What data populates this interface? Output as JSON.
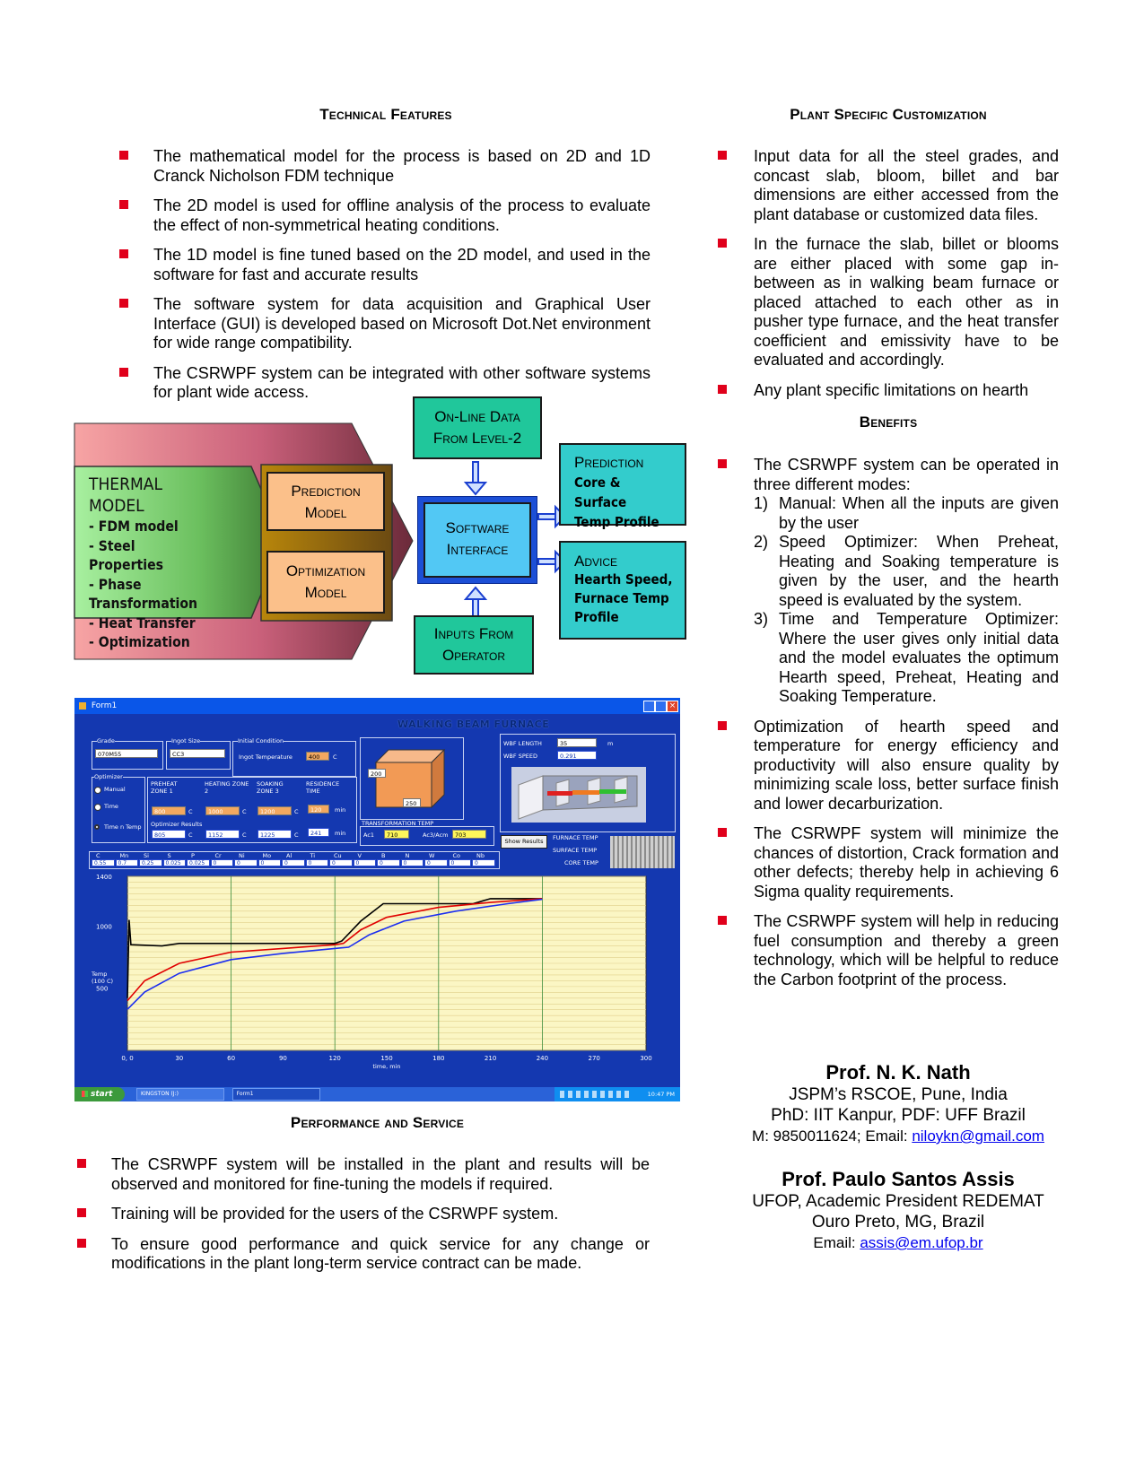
{
  "technical": {
    "heading": "Technical Features",
    "items": [
      "The mathematical model for the process is based on 2D and 1D Cranck Nicholson FDM technique",
      "The 2D model is used for offline analysis of the process to evaluate the effect of non-symmetrical heating conditions.",
      "The 1D model is fine tuned based on the 2D model, and used in the software for fast and accurate results",
      "The software system for data acquisition and Graphical User Interface (GUI) is developed based on Microsoft Dot.Net environment for wide range compatibility.",
      "The CSRWPF system can be integrated with other software systems for plant wide access."
    ]
  },
  "customization": {
    "heading": "Plant Specific Customization",
    "items": [
      "Input data for all the steel grades, and concast slab, bloom, billet and bar dimensions are either accessed from the plant database or customized data files.",
      "In the furnace the slab, billet or blooms are either placed with some gap in-between as in walking beam furnace or placed attached to each other as in pusher type furnace, and the heat transfer coefficient and emissivity have to be evaluated and accordingly.",
      "Any plant specific limitations on hearth"
    ]
  },
  "benefits": {
    "heading": "Benefits",
    "intro": "The CSRWPF system can be operated in three different modes:",
    "modes": [
      {
        "num": "1)",
        "text": "Manual: When all the inputs are given by the user"
      },
      {
        "num": "2)",
        "text": "Speed Optimizer: When Preheat, Heating and Soaking temperature is given by the user, and the hearth speed is evaluated by the system."
      },
      {
        "num": "3)",
        "text": "Time and Temperature Optimizer: Where the user gives only initial data and the model evaluates the optimum Hearth speed, Preheat, Heating and Soaking Temperature."
      }
    ],
    "items": [
      "Optimization of hearth speed and temperature for energy efficiency and productivity will also ensure quality by minimizing scale loss, better surface finish and lower decarburization.",
      "The CSRWPF system will minimize the chances of distortion, Crack formation and other defects; thereby help in achieving 6 Sigma quality requirements.",
      "The CSRWPF system will help in reducing fuel consumption and thereby a green technology, which will be helpful to reduce the Carbon footprint of the process."
    ]
  },
  "diagram": {
    "thermal_title": "THERMAL MODEL",
    "thermal_items": [
      "- FDM model",
      "- Steel Properties",
      "- Phase Transformation",
      "- Heat Transfer",
      "- Optimization"
    ],
    "prediction_model": [
      "Prediction",
      "Model"
    ],
    "optimization_model": [
      "Optimization",
      "Model"
    ],
    "online_data": [
      "On-Line Data",
      "From Level-2"
    ],
    "software_interface": [
      "Software",
      "Interface"
    ],
    "inputs_operator": [
      "Inputs From",
      "Operator"
    ],
    "prediction_out": [
      "Prediction",
      "Core & Surface",
      "Temp Profile"
    ],
    "advice_out": [
      "Advice",
      "Hearth Speed,",
      "Furnace Temp",
      "Profile"
    ]
  },
  "screenshot": {
    "window_title": "Form1",
    "app_title": "WALKING BEAM FURNACE",
    "grade_label": "Grade",
    "grade_value": "070M55",
    "ingot_size_label": "Ingot Size",
    "ingot_size_value": "CC3",
    "initial_condition_label": "Initial Condition",
    "ingot_temp_label": "Ingot Temperature",
    "ingot_temp_value": "400",
    "ingot_temp_unit": "C",
    "optimizer_label": "Optimizer",
    "opt_manual": "Manual",
    "opt_time": "Time",
    "opt_time_temp": "Time n Temp",
    "preheat_label": "PREHEAT ZONE 1",
    "heating_label": "HEATING ZONE 2",
    "soaking_label": "SOAKING ZONE 3",
    "residence_label": "RESIDENCE TIME",
    "preheat_in": "800",
    "heating_in": "1000",
    "soaking_in": "1200",
    "residence_in": "120",
    "optimizer_results_label": "Optimizer Results",
    "preheat_out": "805",
    "heating_out": "1152",
    "soaking_out": "1225",
    "residence_out": "241",
    "unit_c": "C",
    "unit_min": "min",
    "dim_a": "200",
    "dim_b": "250",
    "transformation_label": "TRANSFORMATION TEMP",
    "ac1_label": "Ac1",
    "ac1_value": "710",
    "ac3_label": "Ac3/Acm",
    "ac3_value": "703",
    "wbf_length_label": "WBF LENGTH",
    "wbf_length_value": "35",
    "wbf_length_unit": "m",
    "wbf_speed_label": "WBF SPEED",
    "wbf_speed_value": "0.291",
    "show_results": "Show Results",
    "furnace_temp_label": "FURNACE TEMP",
    "surface_temp_label": "SURFACE TEMP",
    "core_temp_label": "CORE TEMP",
    "elements": [
      "C",
      "Mn",
      "Si",
      "S",
      "P",
      "Cr",
      "Ni",
      "Mo",
      "Al",
      "Ti",
      "Cu",
      "V",
      "B",
      "N",
      "W",
      "Co",
      "Nb"
    ],
    "element_values": [
      "0.55",
      "0.7",
      "0.25",
      "0.025",
      "0.025",
      "0",
      "0",
      "0",
      "0",
      "0",
      "0",
      "0",
      "0",
      "0",
      "0",
      "0",
      "0"
    ],
    "taskbar_start": "start",
    "taskbar_item1": "KINGSTON (J:)",
    "taskbar_item2": "Form1",
    "clock": "10:47 PM"
  },
  "chart_data": {
    "type": "line",
    "xlabel": "time, min",
    "ylabel": "Temp (100 C)",
    "xlim": [
      0,
      300
    ],
    "ylim": [
      0,
      1400
    ],
    "x_ticks": [
      "0, 0",
      "30",
      "60",
      "90",
      "120",
      "150",
      "180",
      "210",
      "240",
      "270",
      "300"
    ],
    "y_ticks": [
      "1400",
      "1000",
      "500"
    ],
    "colors": {
      "furnace": "#000000",
      "surface": "#e00000",
      "core": "#1c2ef0"
    },
    "series": [
      {
        "name": "FURNACE TEMP",
        "points": [
          [
            0,
            420
          ],
          [
            1,
            1050
          ],
          [
            2,
            850
          ],
          [
            20,
            840
          ],
          [
            30,
            860
          ],
          [
            60,
            860
          ],
          [
            120,
            860
          ],
          [
            124,
            880
          ],
          [
            135,
            1040
          ],
          [
            148,
            1180
          ],
          [
            170,
            1180
          ],
          [
            200,
            1180
          ],
          [
            205,
            1200
          ],
          [
            210,
            1220
          ],
          [
            240,
            1220
          ]
        ]
      },
      {
        "name": "SURFACE TEMP",
        "points": [
          [
            0,
            400
          ],
          [
            10,
            560
          ],
          [
            30,
            700
          ],
          [
            60,
            790
          ],
          [
            90,
            820
          ],
          [
            120,
            850
          ],
          [
            125,
            860
          ],
          [
            135,
            970
          ],
          [
            150,
            1070
          ],
          [
            180,
            1150
          ],
          [
            210,
            1190
          ],
          [
            240,
            1220
          ]
        ]
      },
      {
        "name": "CORE TEMP",
        "points": [
          [
            0,
            330
          ],
          [
            10,
            470
          ],
          [
            30,
            620
          ],
          [
            60,
            730
          ],
          [
            90,
            780
          ],
          [
            120,
            820
          ],
          [
            128,
            830
          ],
          [
            140,
            930
          ],
          [
            160,
            1040
          ],
          [
            190,
            1120
          ],
          [
            220,
            1180
          ],
          [
            240,
            1215
          ]
        ]
      }
    ]
  },
  "performance": {
    "heading": "Performance and Service",
    "items": [
      "The CSRWPF system will be installed in the plant and results will be observed and monitored for fine-tuning the models if required.",
      "Training will be provided for the users of the CSRWPF system.",
      "To ensure good performance and quick service for any change or modifications in the plant long-term service contract can be made."
    ]
  },
  "authors": [
    {
      "name": "Prof. N. K. Nath",
      "lines": [
        "JSPM’s RSCOE, Pune, India",
        "PhD: IIT Kanpur, PDF: UFF Brazil"
      ],
      "contact_prefix": "M: 9850011624; Email: ",
      "email": "niloykn@gmail.com"
    },
    {
      "name": "Prof. Paulo Santos Assis",
      "lines": [
        "UFOP, Academic President REDEMAT",
        "Ouro Preto, MG, Brazil"
      ],
      "contact_prefix": "Email: ",
      "email": "assis@em.ufop.br"
    }
  ]
}
